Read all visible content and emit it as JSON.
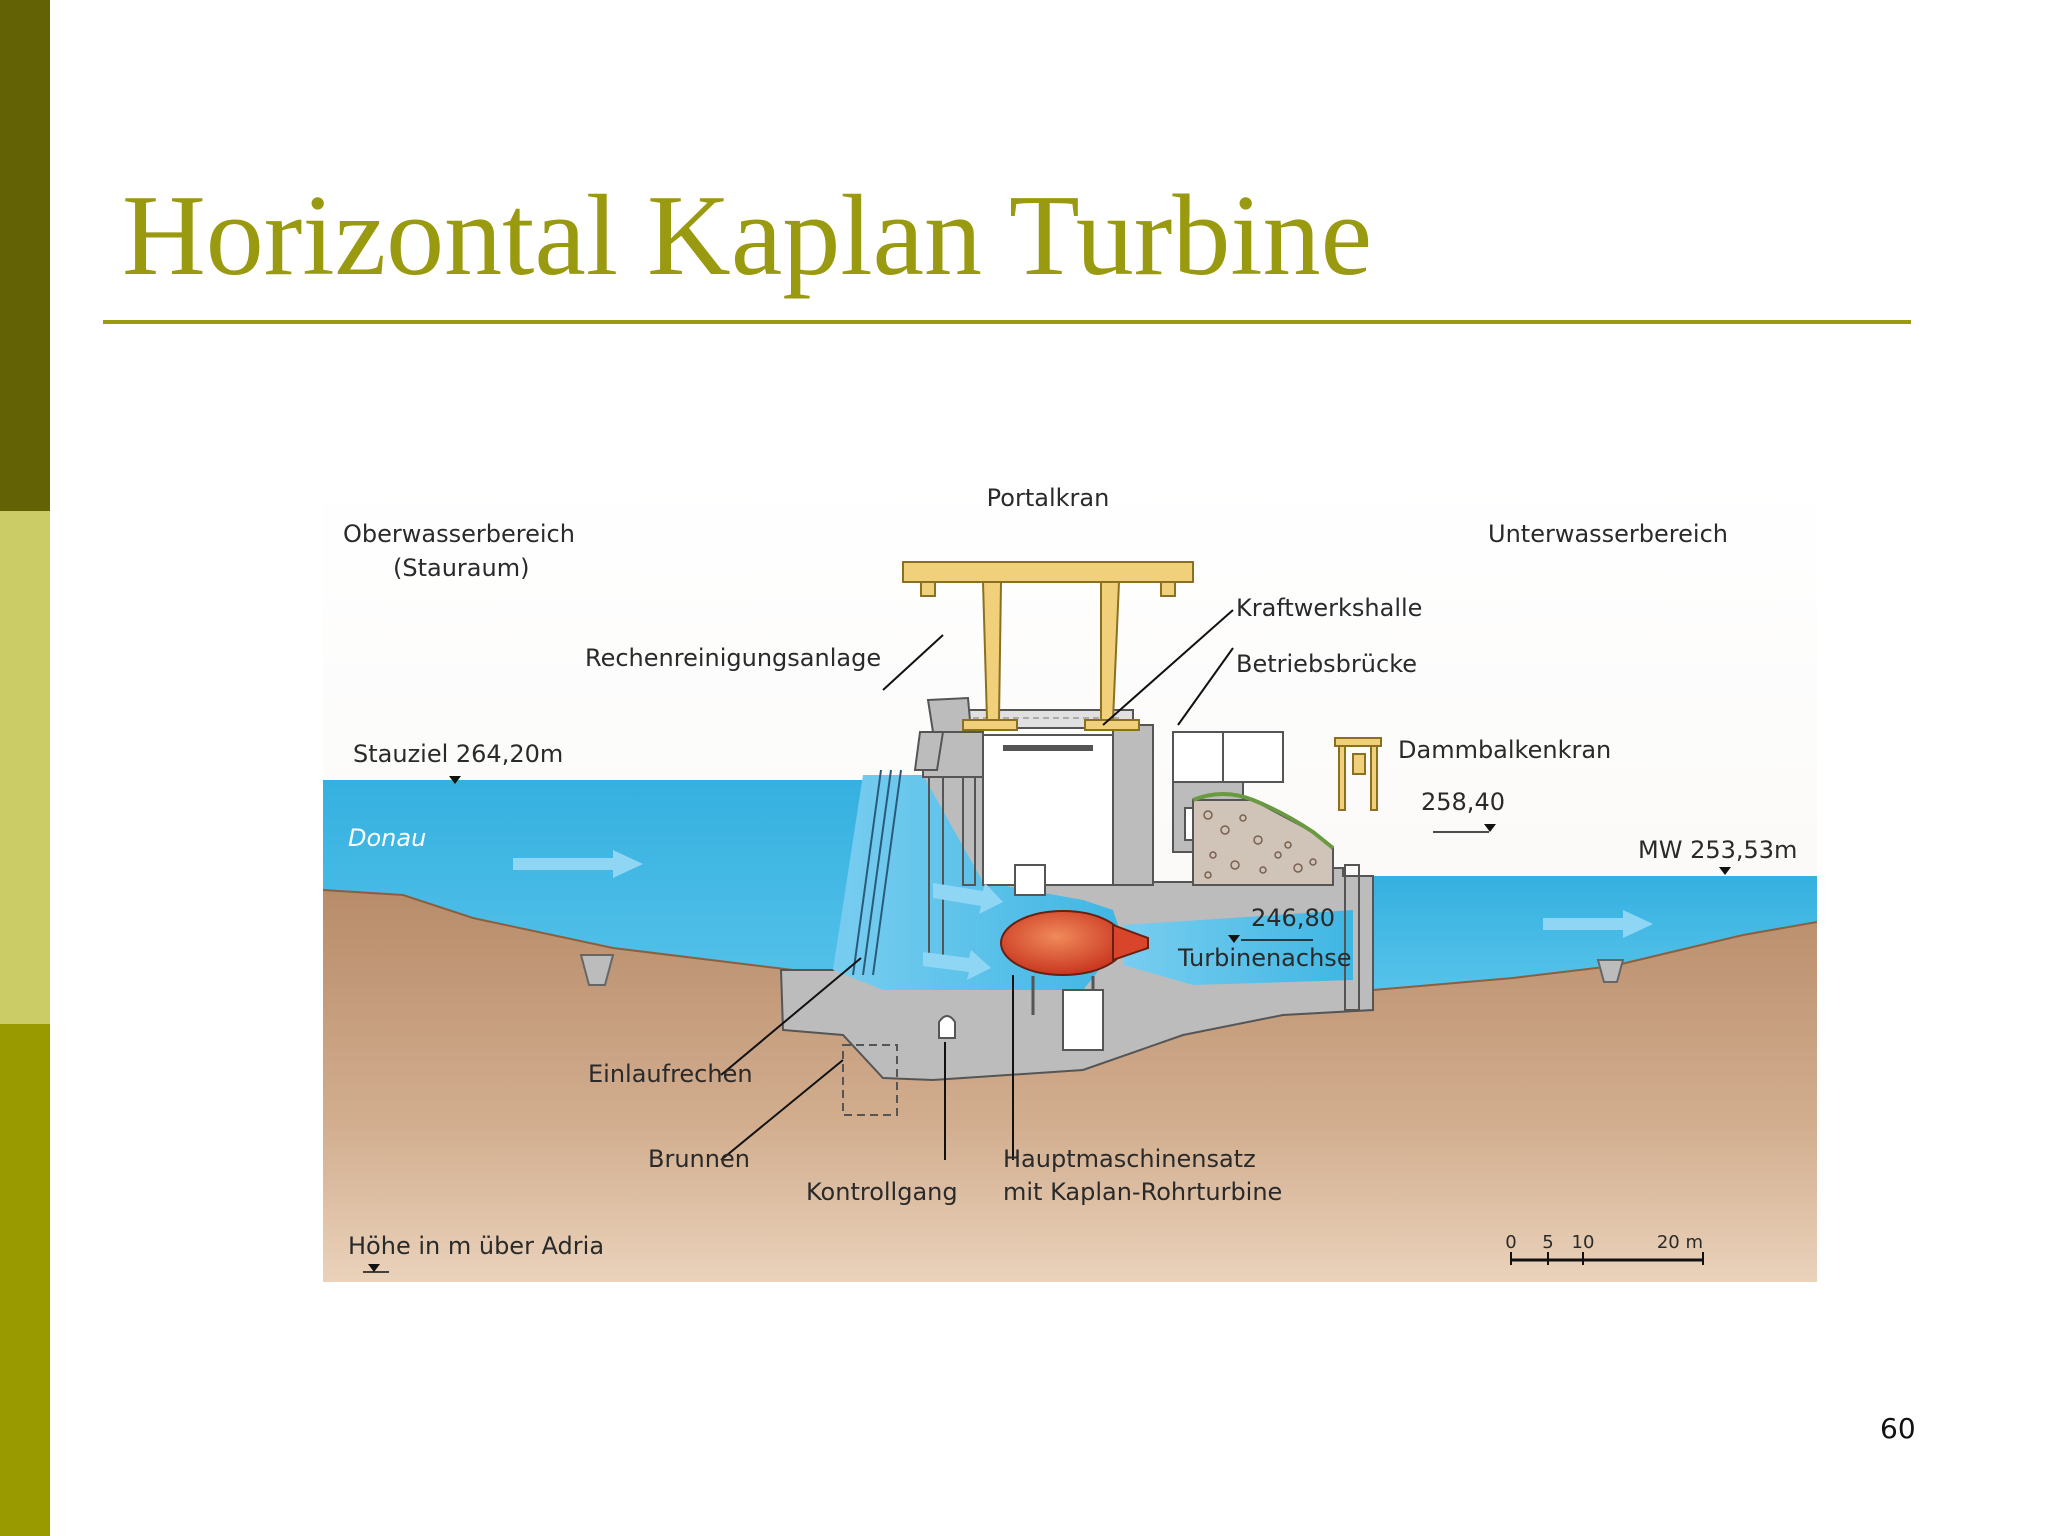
{
  "slide": {
    "title": "Horizontal Kaplan Turbine",
    "page_number": "60",
    "colors": {
      "title": "#9a9a10",
      "sidebar_dark": "#636306",
      "sidebar_light": "#cccc66",
      "sidebar_mid": "#999900",
      "water": "#3fb6e3",
      "ground": "#c29a78",
      "concrete": "#bcbcbc",
      "crane": "#f1d07c",
      "turbine": "#d9452a"
    }
  },
  "diagram": {
    "labels": {
      "portalkran": "Portalkran",
      "oberwasser_1": "Oberwasserbereich",
      "oberwasser_2": "(Stauraum)",
      "unterwasser": "Unterwasserbereich",
      "kraftwerkshalle": "Kraftwerkshalle",
      "betriebsbruecke": "Betriebsbrücke",
      "rechenreinigung": "Rechenreinigungsanlage",
      "stauziel": "Stauziel 264,20m",
      "dammbalkenkran": "Dammbalkenkran",
      "level_258": "258,40",
      "mw": "MW 253,53m",
      "donau": "Donau",
      "level_246": "246,80",
      "turbinenachse": "Turbinenachse",
      "einlaufrechen": "Einlaufrechen",
      "brunnen": "Brunnen",
      "kontrollgang": "Kontrollgang",
      "hauptmaschinensatz_1": "Hauptmaschinensatz",
      "hauptmaschinensatz_2": "mit Kaplan-Rohrturbine",
      "hoehe": "Höhe in m über Adria"
    },
    "scale_bar": {
      "ticks": [
        "0",
        "5",
        "10",
        "20 m"
      ]
    }
  }
}
